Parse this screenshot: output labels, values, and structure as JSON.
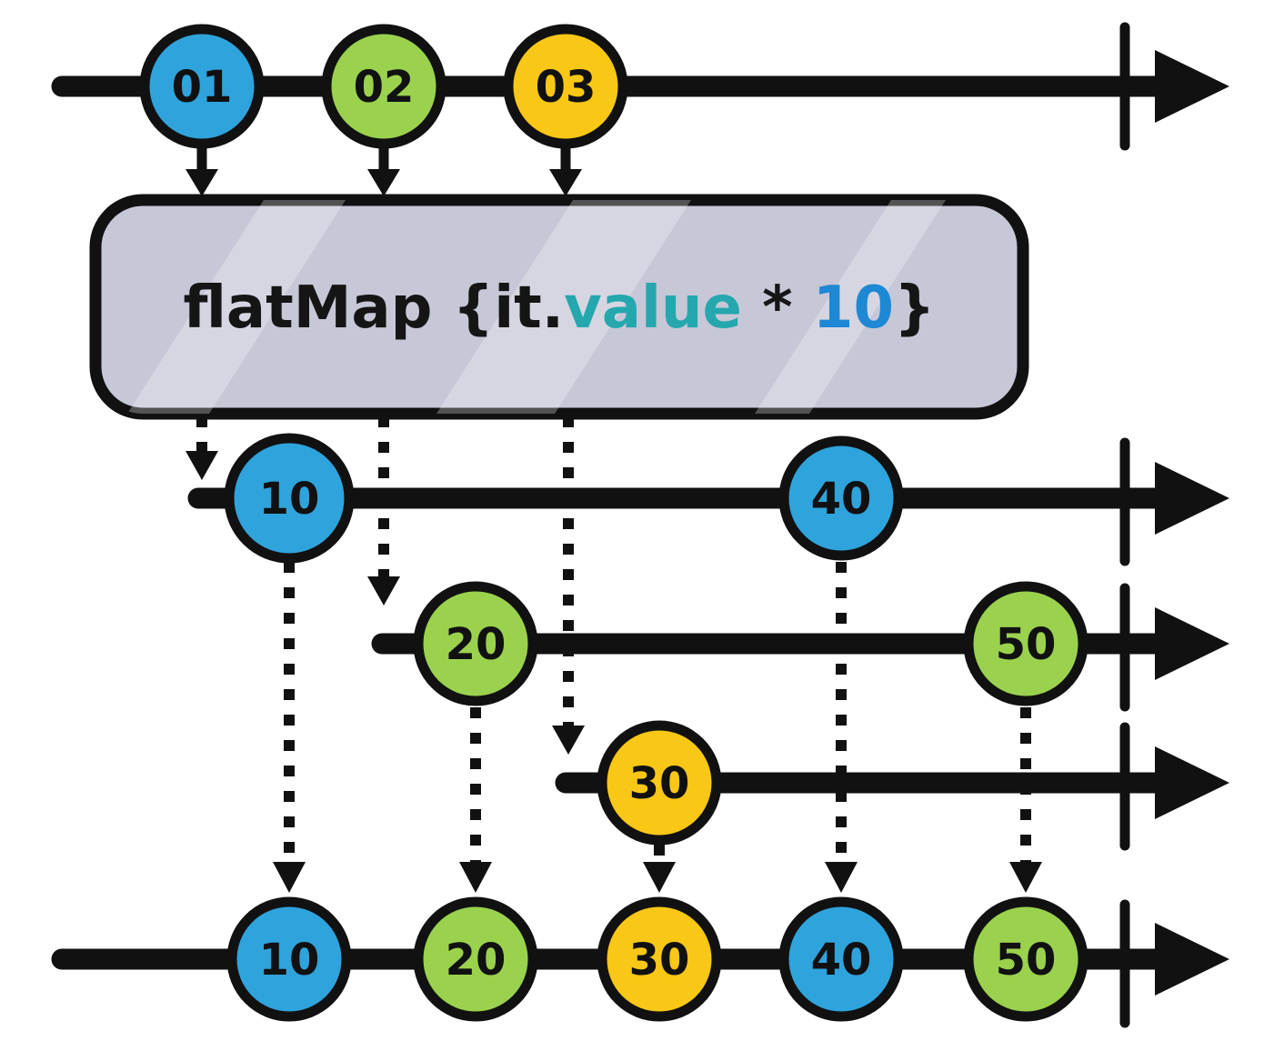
{
  "diagram": {
    "operator": {
      "text_black_1": "flatMap {it.",
      "text_teal": "value",
      "text_black_2": " * ",
      "text_blue": "10",
      "text_black_3": "}"
    },
    "colors": {
      "blue": "#2fa3dc",
      "green": "#9ad24d",
      "yellow": "#f9c715",
      "teal": "#25a7ae",
      "number_blue": "#1e88d4",
      "box_fill": "#c6c7d7",
      "ink": "#111111"
    },
    "source_stream": {
      "marbles": [
        {
          "label": "01"
        },
        {
          "label": "02"
        },
        {
          "label": "03"
        }
      ]
    },
    "inner_stream_1": {
      "marbles": [
        {
          "label": "10"
        },
        {
          "label": "40"
        }
      ]
    },
    "inner_stream_2": {
      "marbles": [
        {
          "label": "20"
        },
        {
          "label": "50"
        }
      ]
    },
    "inner_stream_3": {
      "marbles": [
        {
          "label": "30"
        }
      ]
    },
    "output_stream": {
      "marbles": [
        {
          "label": "10"
        },
        {
          "label": "20"
        },
        {
          "label": "30"
        },
        {
          "label": "40"
        },
        {
          "label": "50"
        }
      ]
    }
  }
}
